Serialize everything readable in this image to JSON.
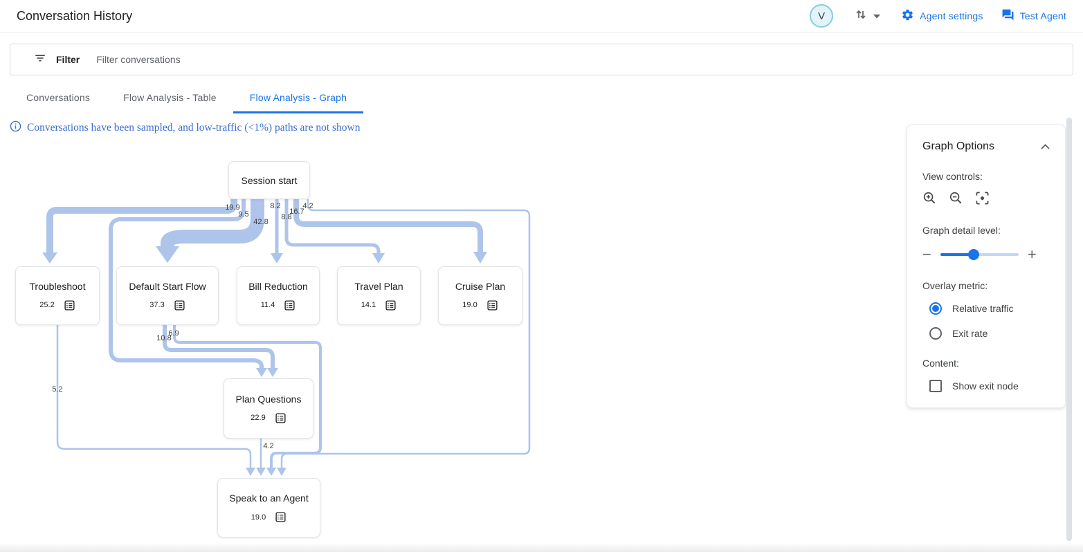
{
  "header": {
    "title": "Conversation History",
    "avatar_letter": "V",
    "agent_settings_label": "Agent settings",
    "test_agent_label": "Test Agent"
  },
  "filter": {
    "label": "Filter",
    "placeholder": "Filter conversations"
  },
  "tabs": [
    {
      "label": "Conversations",
      "active": false
    },
    {
      "label": "Flow Analysis - Table",
      "active": false
    },
    {
      "label": "Flow Analysis - Graph",
      "active": true
    }
  ],
  "notice": "Conversations have been sampled, and low-traffic (<1%) paths are not shown",
  "graph": {
    "nodes": [
      {
        "id": "session-start",
        "label": "Session start"
      },
      {
        "id": "troubleshoot",
        "label": "Troubleshoot",
        "value": "25.2"
      },
      {
        "id": "default-start-flow",
        "label": "Default Start Flow",
        "value": "37.3"
      },
      {
        "id": "bill-reduction",
        "label": "Bill Reduction",
        "value": "11.4"
      },
      {
        "id": "travel-plan",
        "label": "Travel Plan",
        "value": "14.1"
      },
      {
        "id": "cruise-plan",
        "label": "Cruise Plan",
        "value": "19.0"
      },
      {
        "id": "plan-questions",
        "label": "Plan Questions",
        "value": "22.9"
      },
      {
        "id": "speak-to-an-agent",
        "label": "Speak to an Agent",
        "value": "19.0"
      }
    ],
    "edges": [
      {
        "from": "session-start",
        "to": "troubleshoot",
        "value": "19.9"
      },
      {
        "from": "session-start",
        "to": "plan-questions",
        "value": "9.5"
      },
      {
        "from": "session-start",
        "to": "default-start-flow",
        "value": "42.8"
      },
      {
        "from": "session-start",
        "to": "bill-reduction",
        "value": "8.2"
      },
      {
        "from": "session-start",
        "to": "travel-plan",
        "value": "8.8"
      },
      {
        "from": "session-start",
        "to": "cruise-plan",
        "value": "16.7"
      },
      {
        "from": "session-start",
        "to": "speak-to-an-agent",
        "value": "4.2"
      },
      {
        "from": "default-start-flow",
        "to": "plan-questions",
        "value": "10.8"
      },
      {
        "from": "default-start-flow",
        "to": "speak-to-an-agent",
        "value": "6.9"
      },
      {
        "from": "troubleshoot",
        "to": "speak-to-an-agent",
        "value": "5.2"
      },
      {
        "from": "plan-questions",
        "to": "speak-to-an-agent",
        "value": "4.2"
      }
    ]
  },
  "graph_options": {
    "title": "Graph Options",
    "view_controls_label": "View controls:",
    "detail_label": "Graph detail level:",
    "detail_minus": "−",
    "detail_plus": "+",
    "overlay_label": "Overlay metric:",
    "overlay_options": [
      {
        "label": "Relative traffic",
        "selected": true
      },
      {
        "label": "Exit rate",
        "selected": false
      }
    ],
    "content_label": "Content:",
    "checkbox_label": "Show exit node",
    "checkbox_checked": false
  },
  "colors": {
    "accent": "#1a73e8",
    "edge": "#aec4ea",
    "notice_text": "#3b6fd6"
  }
}
